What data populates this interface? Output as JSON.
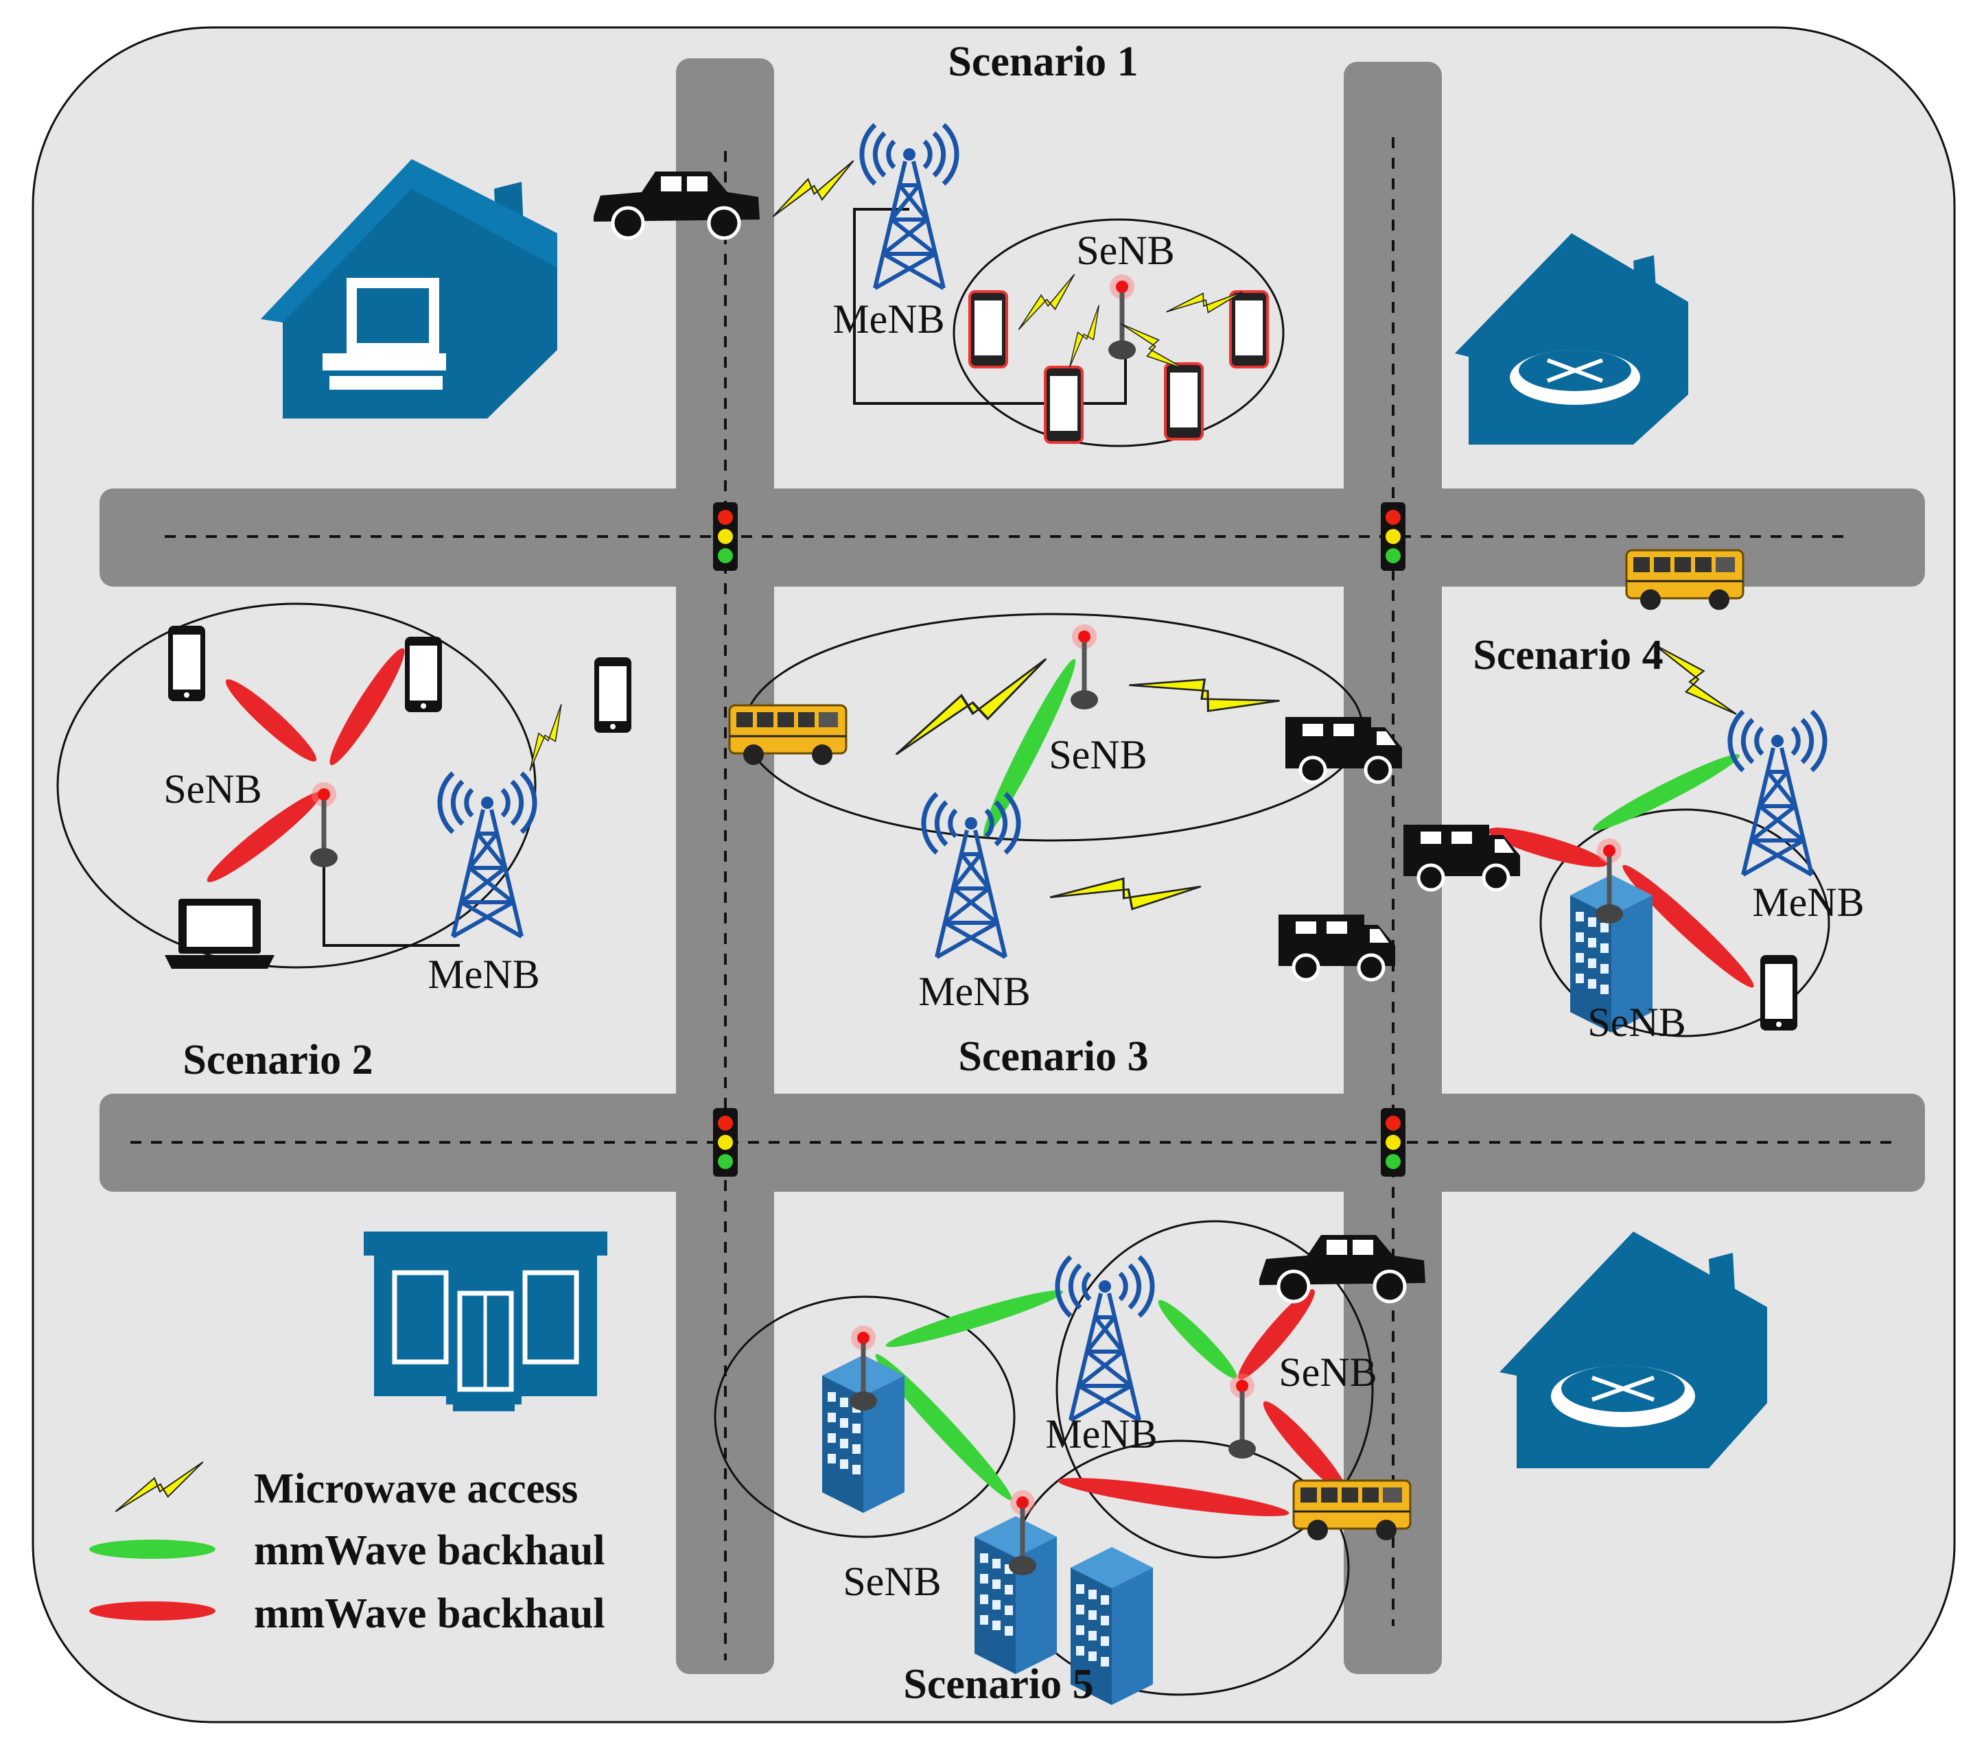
{
  "scenarios": [
    "Scenario 1",
    "Scenario 2",
    "Scenario 3",
    "Scenario 4",
    "Scenario 5"
  ],
  "labels": {
    "senb": "SeNB",
    "menb": "MeNB"
  },
  "legend": {
    "items": [
      {
        "label": "Microwave access",
        "symbol": "lightning",
        "color": "#f5f500"
      },
      {
        "label": "mmWave backhaul",
        "symbol": "lobe",
        "color": "#3ad33a"
      },
      {
        "label": "mmWave backhaul",
        "symbol": "lobe",
        "color": "#e8262a"
      }
    ]
  },
  "colors": {
    "background": "#e6e6e6",
    "road": "#8a8a8a",
    "building": "#0a6a9c",
    "tower": "#1a54a8",
    "bus": "#f2b51c"
  }
}
